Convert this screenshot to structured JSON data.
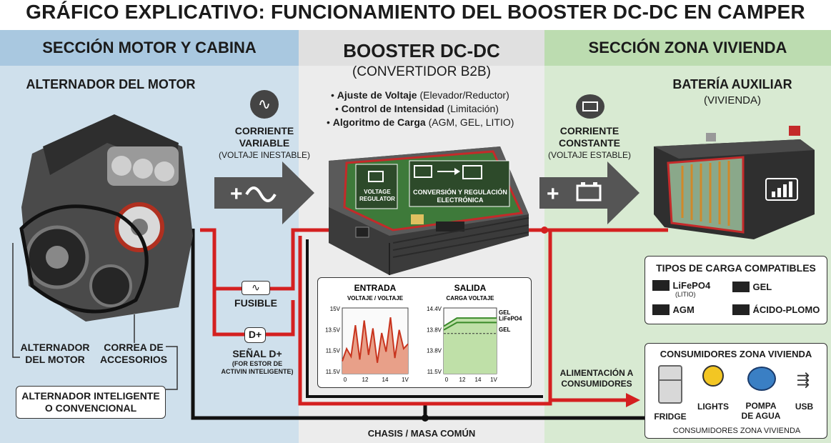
{
  "title": "GRÁFICO EXPLICATIVO: FUNCIONAMIENTO DEL BOOSTER DC-DC EN CAMPER",
  "sections": {
    "left": "SECCIÓN MOTOR Y CABINA",
    "middle_title": "BOOSTER DC-DC",
    "middle_subtitle": "(CONVERTIDOR B2B)",
    "right": "SECCIÓN ZONA VIVIENDA"
  },
  "left": {
    "alternator_heading": "ALTERNADOR DEL MOTOR",
    "label_alternator": "ALTERNADOR\nDEL MOTOR",
    "label_belt": "CORREA DE\nACCESORIOS",
    "label_smart": "ALTERNADOR INTELIGENTE\nO CONVENCIONAL",
    "current_title": "CORRIENTE\nVARIABLE",
    "current_sub": "(VOLTAJE INESTABLE)",
    "fuse": "FUSIBLE",
    "dplus_icon": "D+",
    "dplus_title": "SEÑAL D+",
    "dplus_sub": "(FOR ESTOR DE\nACTIVIN INTELIGENTE)"
  },
  "middle": {
    "features": [
      {
        "bold": "Ajuste de Voltaje",
        "rest": " (Elevador/Reductor)"
      },
      {
        "bold": "Control de Intensidad",
        "rest": " (Limitación)"
      },
      {
        "bold": "Algoritmo de Carga",
        "rest": " (AGM, GEL, LITIO)"
      }
    ],
    "inner_label_1": "VOLTAGE\nREGULATOR",
    "inner_label_2": "CONVERSIÓN Y REGULACIÓN\nELECTRÓNICA",
    "chassis": "CHASIS / MASA COMÚN"
  },
  "chart_data": [
    {
      "type": "line",
      "title": "ENTRADA",
      "subtitle": "VOLTAJE / VOLTAJE",
      "y_tick_labels": [
        "15V",
        "13.5V",
        "11.5V",
        "11.5V"
      ],
      "x_tick_labels": [
        "0",
        "12",
        "14",
        "1V"
      ],
      "series": [
        {
          "values": [
            11.8,
            12.6,
            12.1,
            14.1,
            11.9,
            14.4,
            12.2,
            13.9,
            11.7,
            13.6,
            12.4,
            14.6,
            12.0,
            13.8,
            12.6,
            12.9
          ]
        }
      ],
      "fill_color": "#e8a089",
      "line_color": "#c8341e",
      "ylim": [
        11.0,
        15.2
      ]
    },
    {
      "type": "line",
      "title": "SALIDA",
      "subtitle": "CARGA VOLTAJE",
      "y_tick_labels": [
        "14.4V",
        "13.8V",
        "13.8V",
        "11.5V"
      ],
      "x_tick_labels": [
        "0",
        "12",
        "14",
        "1V"
      ],
      "series": [
        {
          "name": "GEL",
          "values": [
            13.6,
            14.05,
            14.05,
            14.05,
            14.05
          ],
          "style": "solid"
        },
        {
          "name": "LiFePO4",
          "values": [
            13.4,
            13.8,
            13.8,
            13.8,
            13.8
          ],
          "style": "solid"
        },
        {
          "name": "GEL",
          "values": [
            13.2,
            13.2,
            13.2,
            13.2,
            13.2
          ],
          "style": "dashed"
        }
      ],
      "fill_color": "#bfe0a8",
      "line_color": "#3a8a2a",
      "ylim": [
        11.0,
        14.6
      ]
    }
  ],
  "right": {
    "current_title": "CORRIENTE\nCONSTANTE",
    "current_sub": "(VOLTAJE ESTABLE)",
    "battery_title": "BATERÍA AUXILIAR",
    "battery_sub": "(VIVIENDA)",
    "charge_types_title": "TIPOS DE CARGA COMPATIBLES",
    "charge_types": [
      {
        "label": "LiFePO4",
        "sub": "(LITIO)"
      },
      {
        "label": "GEL",
        "sub": ""
      },
      {
        "label": "AGM",
        "sub": ""
      },
      {
        "label": "ÁCIDO-PLOMO",
        "sub": ""
      }
    ],
    "feed_label": "ALIMENTACIÓN A\nCONSUMIDORES",
    "consumers_title": "CONSUMIDORES ZONA VIVIENDA",
    "consumers": [
      {
        "label": "FRIDGE",
        "icon": "fridge-icon"
      },
      {
        "label": "LIGHTS",
        "icon": "bulb-icon"
      },
      {
        "label": "POMPA\nDE AGUA",
        "icon": "pump-icon"
      },
      {
        "label": "USB",
        "icon": "usb-icon"
      }
    ],
    "consumers_footer": "CONSUMIDORES ZONA VIVIENDA"
  },
  "colors": {
    "wire_red": "#d42020",
    "wire_black": "#111111",
    "arrow_gray": "#555555",
    "left_bg": "#cfe0ec",
    "mid_bg": "#ececec",
    "right_bg": "#d8ead2"
  }
}
